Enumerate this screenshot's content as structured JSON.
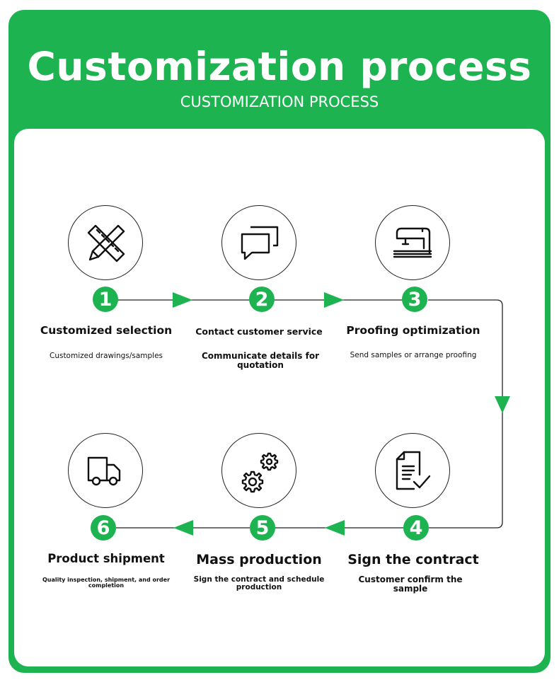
{
  "header": {
    "title": "Customization process",
    "subtitle": "CUSTOMIZATION PROCESS"
  },
  "steps": [
    {
      "number": "1",
      "title": "Customized selection",
      "description": "Customized drawings/samples",
      "icon": "pencil-ruler-icon"
    },
    {
      "number": "2",
      "title": "Contact customer service",
      "description": "Communicate details for quotation",
      "icon": "chat-bubbles-icon"
    },
    {
      "number": "3",
      "title": "Proofing optimization",
      "description": "Send samples or arrange proofing",
      "icon": "sewing-machine-icon"
    },
    {
      "number": "4",
      "title": "Sign the contract",
      "description": "Customer confirm the sample",
      "icon": "contract-check-icon"
    },
    {
      "number": "5",
      "title": "Mass production",
      "description": "Sign the contract and schedule production",
      "icon": "gears-icon"
    },
    {
      "number": "6",
      "title": "Product shipment",
      "description": "Quality inspection, shipment, and order completion",
      "icon": "truck-icon"
    }
  ],
  "colors": {
    "brand_green": "#1db351",
    "frame_bg": "#1db351",
    "panel_bg": "#ffffff",
    "text": "#111111"
  }
}
